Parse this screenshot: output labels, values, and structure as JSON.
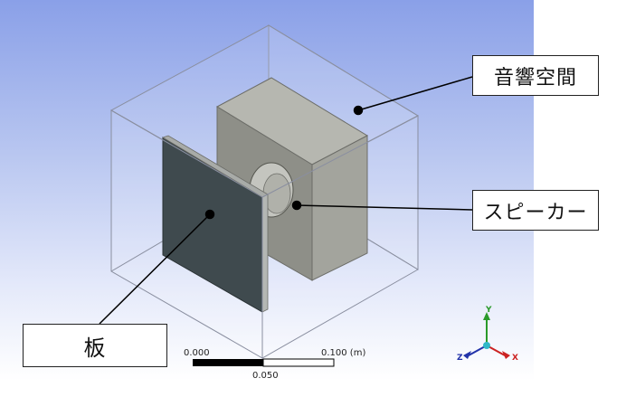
{
  "labels": {
    "acoustic_space": "音響空間",
    "speaker": "スピーカー",
    "plate": "板"
  },
  "scale": {
    "start": "0.000",
    "end": "0.100 (m)",
    "mid": "0.050"
  },
  "axes": {
    "x": "X",
    "y": "Y",
    "z": "Z"
  },
  "colors": {
    "viewport_top": "#8aa0e8",
    "viewport_bottom": "#ffffff",
    "speaker_box": "#9e9f98",
    "plate": "#3f4a4e",
    "axis_x": "#cc2222",
    "axis_y": "#2a9a2a",
    "axis_z": "#2233aa"
  }
}
